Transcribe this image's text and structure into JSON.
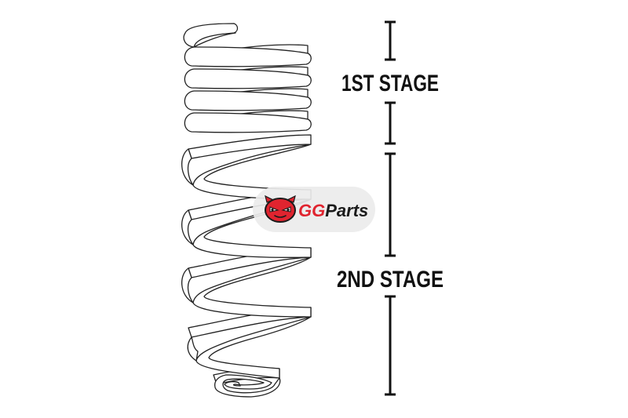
{
  "diagram": {
    "title": "",
    "stages": [
      {
        "label": "1ST STAGE",
        "coils": 5
      },
      {
        "label": "2ND STAGE",
        "coils": 4
      }
    ]
  },
  "watermark": {
    "brand_first": "GG",
    "brand_second": "Parts",
    "brand_color": "#e0242f",
    "text_color": "#1b1b1b",
    "pill_color": "#ececec",
    "icon": "mascot-face-icon"
  },
  "colors": {
    "spring_fill": "#ffffff",
    "spring_outline": "#222222",
    "bracket": "#111111"
  }
}
